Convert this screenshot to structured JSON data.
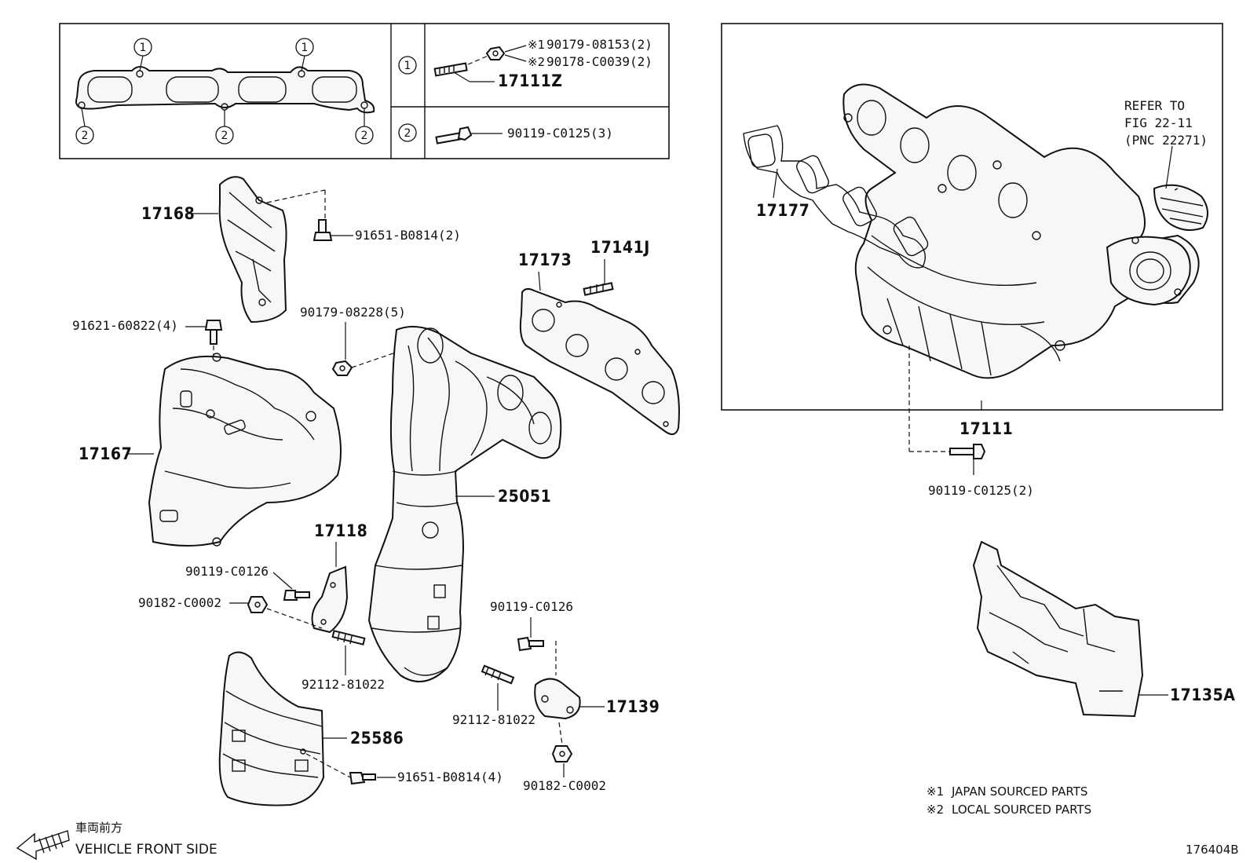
{
  "inset": {
    "circle_1": "1",
    "circle_2": "2",
    "row1": {
      "note_a_mark": "※1",
      "note_a_part": "90179-08153(2)",
      "note_b_mark": "※2",
      "note_b_part": "90178-C0039(2)",
      "part": "17111Z"
    },
    "row2": {
      "part": "90119-C0125(3)"
    }
  },
  "labels": {
    "p17168": "17168",
    "p91651_top": "91651-B0814(2)",
    "p91621": "91621-60822(4)",
    "p90179": "90179-08228(5)",
    "p17173": "17173",
    "p17141J": "17141J",
    "p17167": "17167",
    "p25051": "25051",
    "p17118": "17118",
    "p90119_left": "90119-C0126",
    "p90182_left": "90182-C0002",
    "p92112_left": "92112-81022",
    "p90119_right": "90119-C0126",
    "p17139": "17139",
    "p92112_right": "92112-81022",
    "p90182_right": "90182-C0002",
    "p25586": "25586",
    "p91651_bottom": "91651-B0814(4)",
    "p17177": "17177",
    "refer_line1": "REFER TO",
    "refer_line2": "FIG 22-11",
    "refer_line3": "(PNC 22271)",
    "p17111": "17111",
    "p90119_c0125": "90119-C0125(2)",
    "p17135A": "17135A"
  },
  "legend": {
    "mark1": "※1",
    "text1": "JAPAN SOURCED PARTS",
    "mark2": "※2",
    "text2": "LOCAL SOURCED PARTS"
  },
  "front": {
    "jp": "車両前方",
    "en": "VEHICLE FRONT SIDE"
  },
  "figure_id": "176404B"
}
